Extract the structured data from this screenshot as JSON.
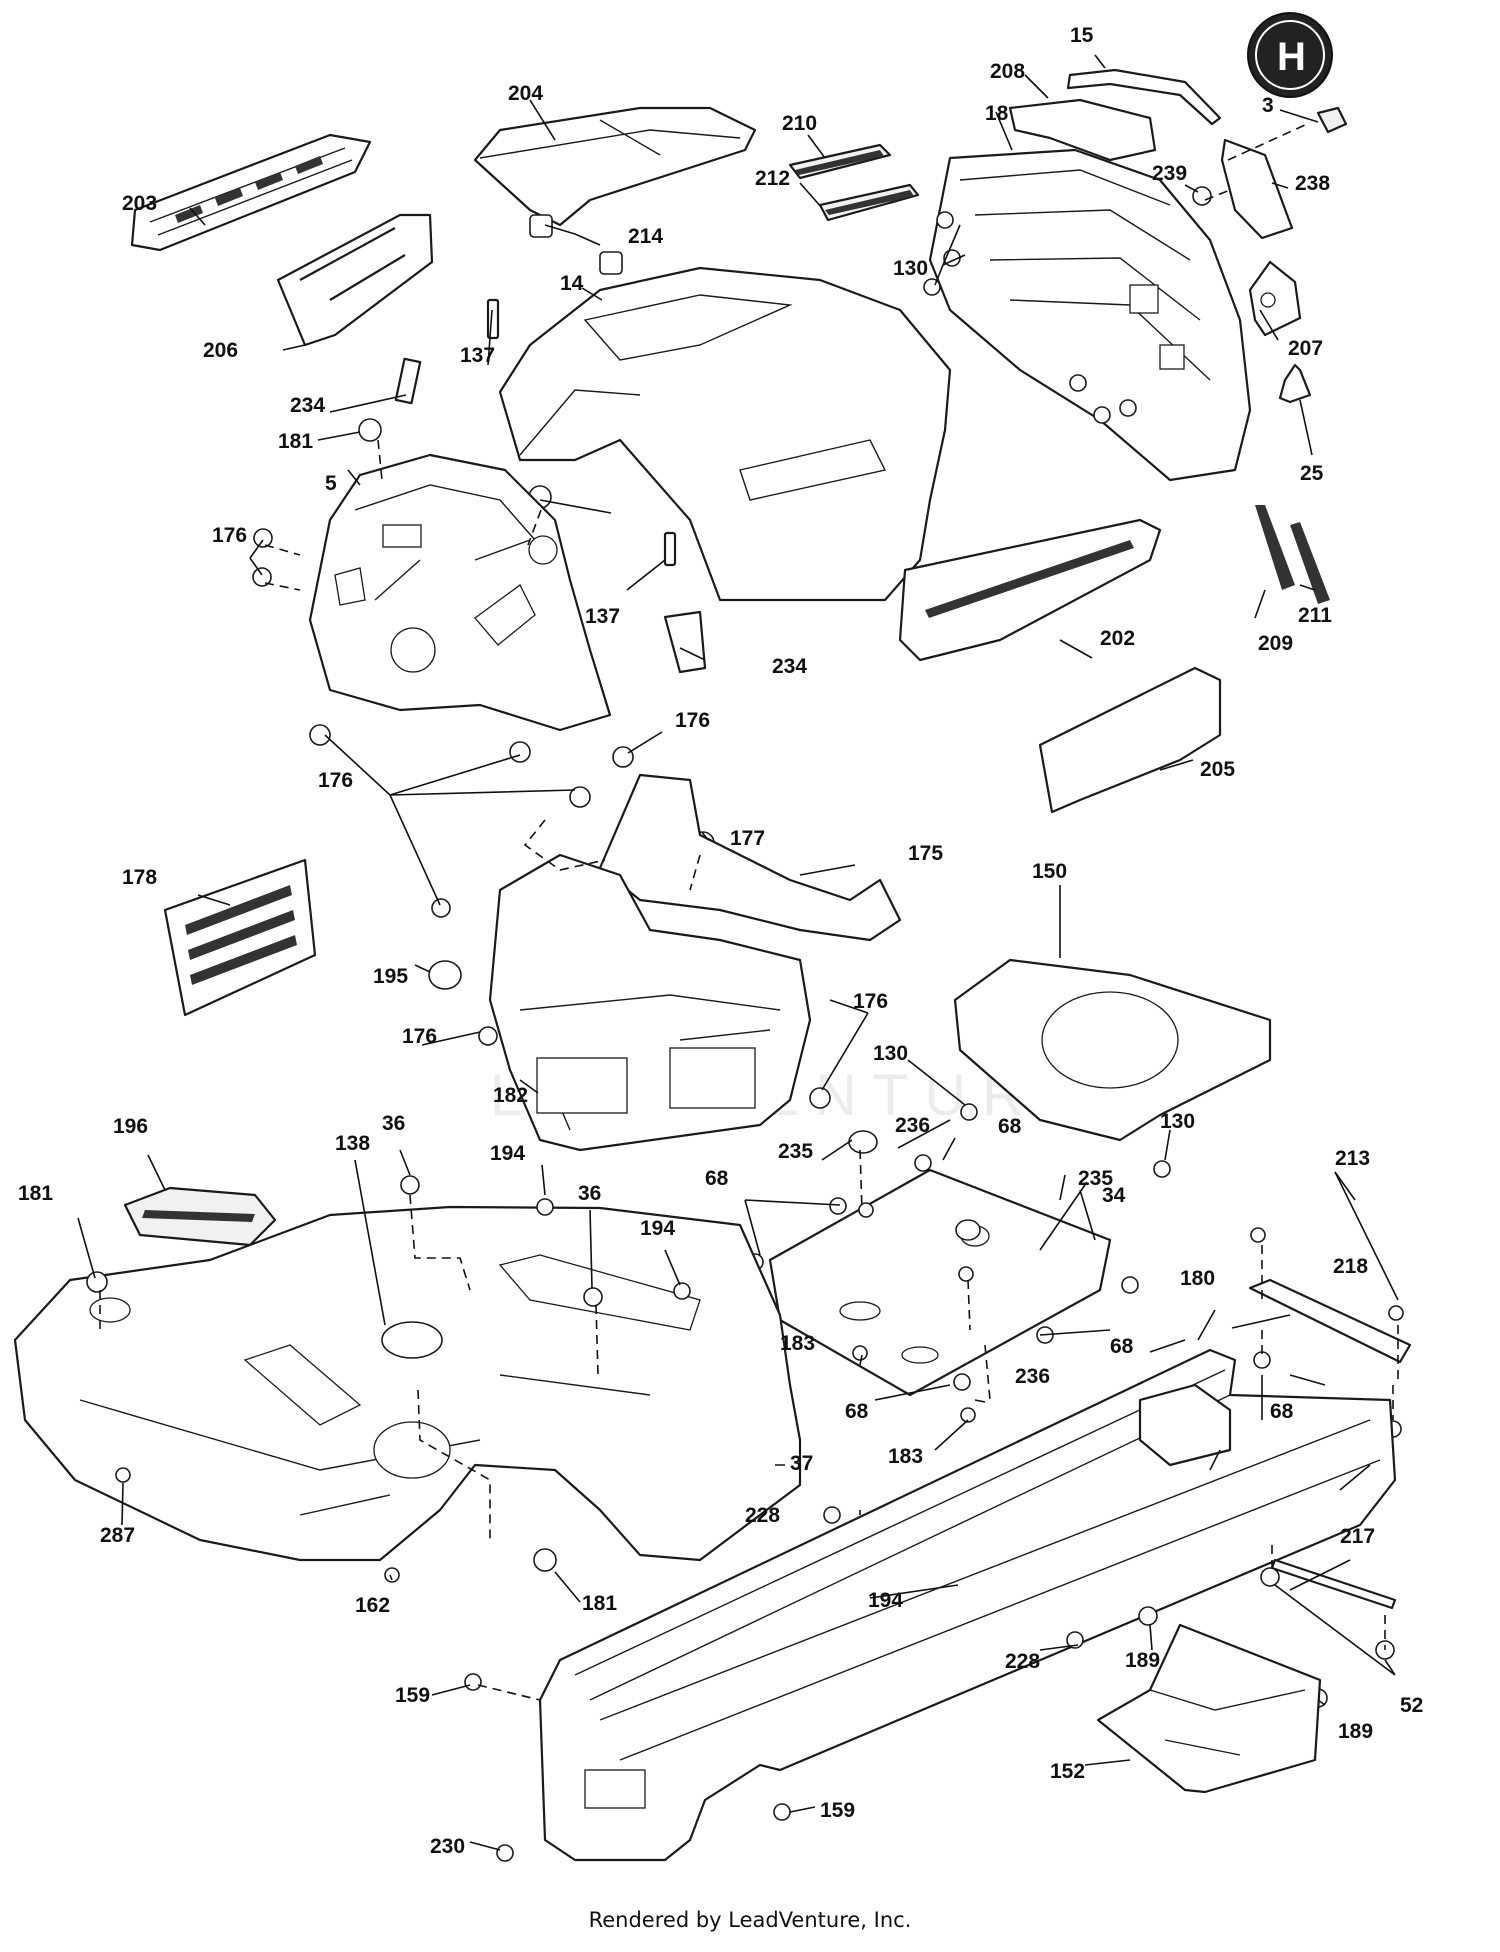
{
  "diagram": {
    "logo_letter": "H",
    "watermark": "LEADVENTURE",
    "footer": "Rendered by LeadVenture, Inc.",
    "callouts": [
      "15",
      "204",
      "208",
      "3",
      "18",
      "210",
      "239",
      "238",
      "203",
      "212",
      "214",
      "130",
      "14",
      "207",
      "206",
      "137",
      "234",
      "181",
      "5",
      "25",
      "176",
      "137",
      "209",
      "211",
      "202",
      "234",
      "205",
      "176",
      "176",
      "177",
      "175",
      "178",
      "150",
      "195",
      "176",
      "176",
      "130",
      "182",
      "236",
      "68",
      "235",
      "130",
      "196",
      "138",
      "36",
      "194",
      "36",
      "194",
      "68",
      "235",
      "34",
      "213",
      "181",
      "218",
      "180",
      "183",
      "68",
      "236",
      "68",
      "183",
      "37",
      "68",
      "228",
      "217",
      "287",
      "194",
      "181",
      "189",
      "162",
      "228",
      "52",
      "159",
      "189",
      "152",
      "159",
      "230"
    ]
  },
  "colors": {
    "line": "#1a1a1a",
    "background": "#ffffff"
  }
}
